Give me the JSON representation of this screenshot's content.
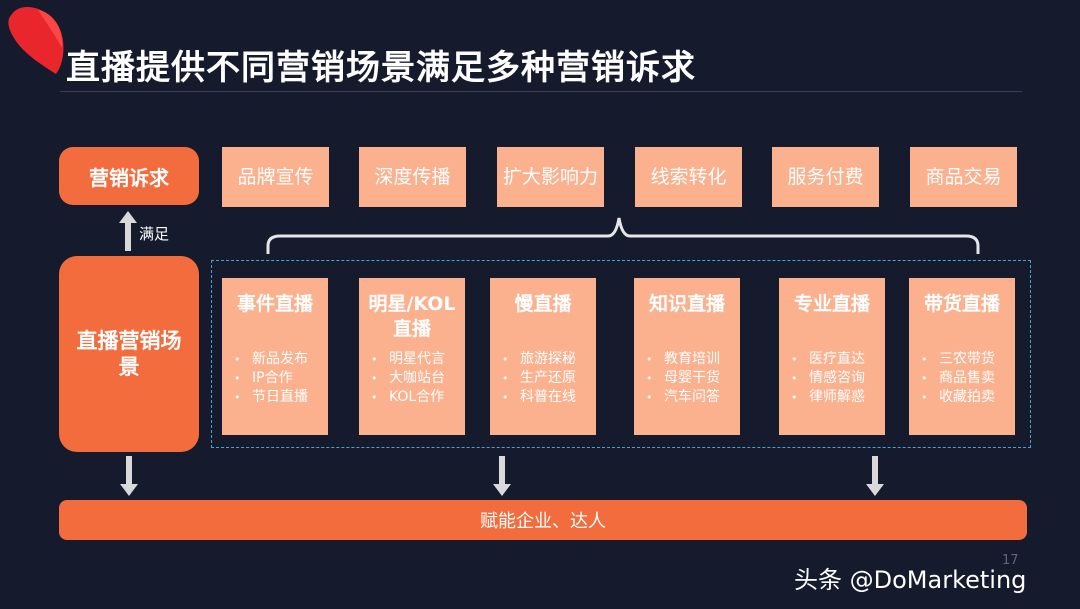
{
  "title": "直播提供不同营销场景满足多种营销诉求",
  "needs_label": "营销诉求",
  "needs": [
    "品牌宣传",
    "深度传播",
    "扩大影响力",
    "线索转化",
    "服务付费",
    "商品交易"
  ],
  "satisfy_label": "满足",
  "scenes_label": "直播营销场景",
  "scenes": [
    {
      "title": "事件直播",
      "items": [
        "新品发布",
        "IP合作",
        "节日直播"
      ]
    },
    {
      "title": "明星/KOL直播",
      "items": [
        "明星代言",
        "大咖站台",
        "KOL合作"
      ]
    },
    {
      "title": "慢直播",
      "items": [
        "旅游探秘",
        "生产还原",
        "科普在线"
      ]
    },
    {
      "title": "知识直播",
      "items": [
        "教育培训",
        "母婴干货",
        "汽车问答"
      ]
    },
    {
      "title": "专业直播",
      "items": [
        "医疗直达",
        "情感咨询",
        "律师解惑"
      ]
    },
    {
      "title": "带货直播",
      "items": [
        "三农带货",
        "商品售卖",
        "收藏拍卖"
      ]
    }
  ],
  "bottom_label": "赋能企业、达人",
  "watermark": "头条 @DoMarketing",
  "page_number": "17",
  "colors": {
    "background": "#151a2d",
    "orange": "#f36c3d",
    "peach": "#fbb08e",
    "dashed": "#4aa3c9"
  }
}
